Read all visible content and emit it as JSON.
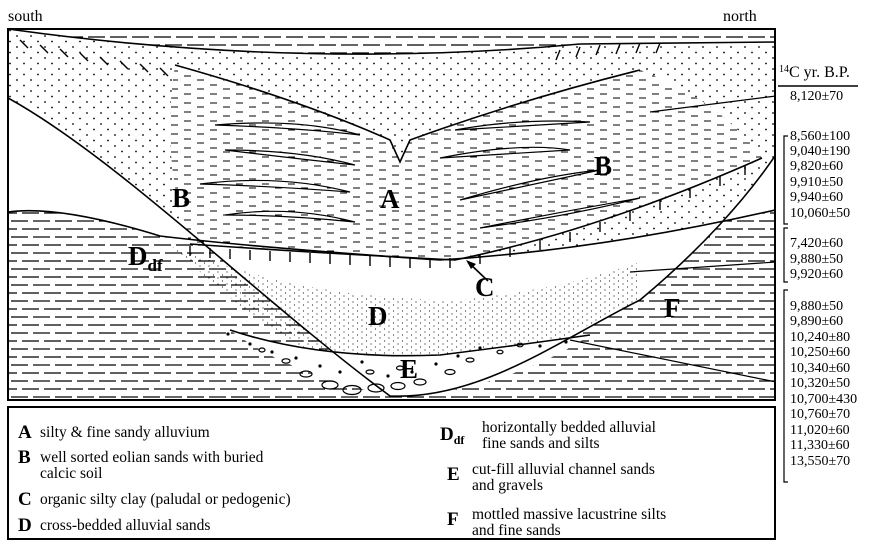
{
  "header": {
    "left": "south",
    "right": "north",
    "unit_sup": "14",
    "unit": "C yr. B.P."
  },
  "units": {
    "A": "A",
    "B": "B",
    "C": "C",
    "D": "D",
    "Ddf_main": "D",
    "Ddf_sub": "df",
    "E": "E",
    "F": "F"
  },
  "dates": {
    "g1": [
      "8,120±70"
    ],
    "g2": [
      "8,560±100",
      "9,040±190",
      "9,820±60",
      "9,910±50",
      "9,940±60",
      "10,060±50"
    ],
    "g3": [
      "7,420±60",
      "9,880±50",
      "9,920±60"
    ],
    "g4": [
      "9,880±50",
      "9,890±60",
      "10,240±80",
      "10,250±60",
      "10,340±60",
      "10,320±50",
      "10,700±430",
      "10,760±70",
      "11,020±60",
      "11,330±60",
      "13,550±70"
    ]
  },
  "legend": [
    {
      "key": "A",
      "sub": "",
      "lines": [
        "silty & fine sandy alluvium"
      ]
    },
    {
      "key": "B",
      "sub": "",
      "lines": [
        "well sorted eolian sands with buried",
        "calcic soil"
      ]
    },
    {
      "key": "C",
      "sub": "",
      "lines": [
        "organic silty clay (paludal or pedogenic)"
      ]
    },
    {
      "key": "D",
      "sub": "",
      "lines": [
        "cross-bedded alluvial sands"
      ]
    },
    {
      "key": "D",
      "sub": "df",
      "lines": [
        "horizontally bedded alluvial",
        "fine sands and silts"
      ]
    },
    {
      "key": "E",
      "sub": "",
      "lines": [
        "cut-fill alluvial channel sands",
        "and gravels"
      ]
    },
    {
      "key": "F",
      "sub": "",
      "lines": [
        "mottled massive lacustrine silts",
        "and fine sands"
      ]
    }
  ]
}
